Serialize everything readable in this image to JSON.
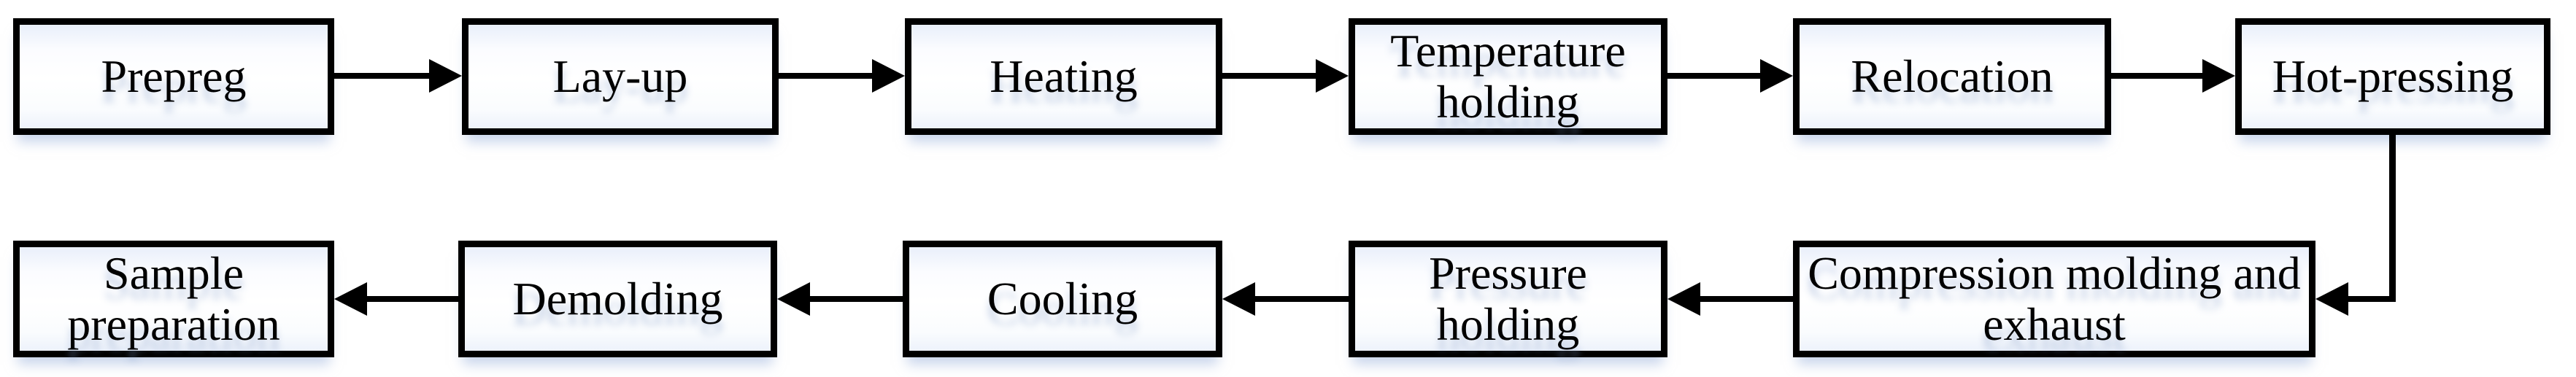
{
  "flowchart": {
    "description": "Process flow diagram, two rows of boxes connected by black arrows",
    "colors": {
      "background": "#ffffff",
      "box_fill": "#ffffff",
      "box_border": "#000000",
      "arrow": "#000000",
      "soft_shadow": "#9eb4dc"
    },
    "top_row": [
      {
        "label": "Prepreg"
      },
      {
        "label": "Lay-up"
      },
      {
        "label": "Heating"
      },
      {
        "label": "Temperature holding"
      },
      {
        "label": "Relocation"
      },
      {
        "label": "Hot-pressing"
      }
    ],
    "bottom_row": [
      {
        "label": "Sample preparation"
      },
      {
        "label": "Demolding"
      },
      {
        "label": "Cooling"
      },
      {
        "label": "Pressure holding"
      },
      {
        "label": "Compression molding and exhaust"
      }
    ],
    "edges": [
      {
        "from": "Prepreg",
        "to": "Lay-up"
      },
      {
        "from": "Lay-up",
        "to": "Heating"
      },
      {
        "from": "Heating",
        "to": "Temperature holding"
      },
      {
        "from": "Temperature holding",
        "to": "Relocation"
      },
      {
        "from": "Relocation",
        "to": "Hot-pressing"
      },
      {
        "from": "Hot-pressing",
        "to": "Compression molding and exhaust"
      },
      {
        "from": "Compression molding and exhaust",
        "to": "Pressure holding"
      },
      {
        "from": "Pressure holding",
        "to": "Cooling"
      },
      {
        "from": "Cooling",
        "to": "Demolding"
      },
      {
        "from": "Demolding",
        "to": "Sample preparation"
      }
    ]
  }
}
